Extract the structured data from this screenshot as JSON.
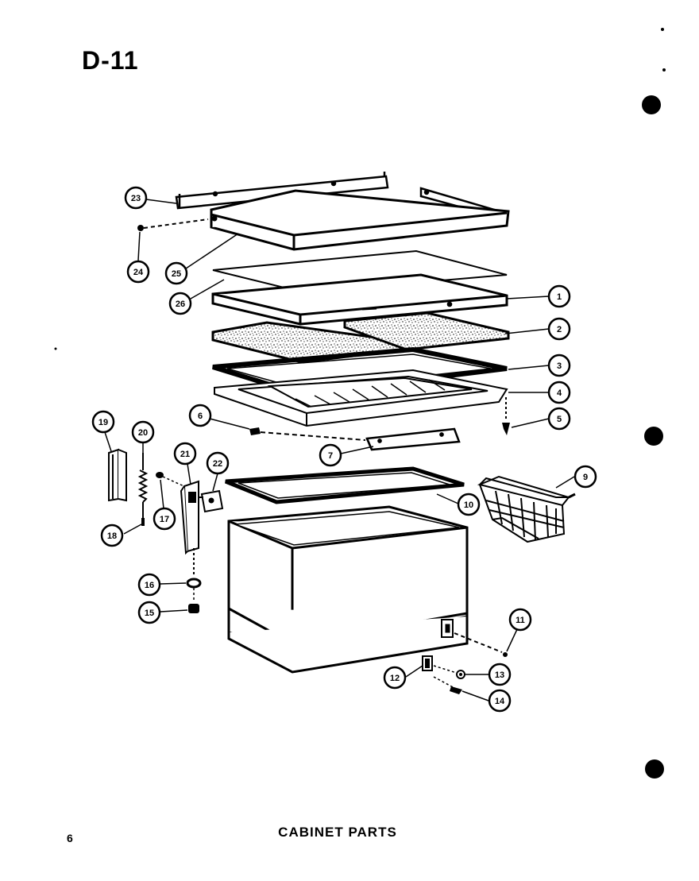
{
  "header": {
    "diagram_code": "D-11"
  },
  "footer": {
    "page_number": "6",
    "caption": "CABINET PARTS"
  },
  "callouts": [
    {
      "id": "c1",
      "label": "1"
    },
    {
      "id": "c2",
      "label": "2"
    },
    {
      "id": "c3",
      "label": "3"
    },
    {
      "id": "c4",
      "label": "4"
    },
    {
      "id": "c5",
      "label": "5"
    },
    {
      "id": "c6",
      "label": "6"
    },
    {
      "id": "c7",
      "label": "7"
    },
    {
      "id": "c9",
      "label": "9"
    },
    {
      "id": "c10",
      "label": "10"
    },
    {
      "id": "c11",
      "label": "11"
    },
    {
      "id": "c12",
      "label": "12"
    },
    {
      "id": "c13",
      "label": "13"
    },
    {
      "id": "c14",
      "label": "14"
    },
    {
      "id": "c15",
      "label": "15"
    },
    {
      "id": "c16",
      "label": "16"
    },
    {
      "id": "c17",
      "label": "17"
    },
    {
      "id": "c18",
      "label": "18"
    },
    {
      "id": "c19",
      "label": "19"
    },
    {
      "id": "c20",
      "label": "20"
    },
    {
      "id": "c21",
      "label": "21"
    },
    {
      "id": "c22",
      "label": "22"
    },
    {
      "id": "c23",
      "label": "23"
    },
    {
      "id": "c24",
      "label": "24"
    },
    {
      "id": "c25",
      "label": "25"
    },
    {
      "id": "c26",
      "label": "26"
    }
  ]
}
